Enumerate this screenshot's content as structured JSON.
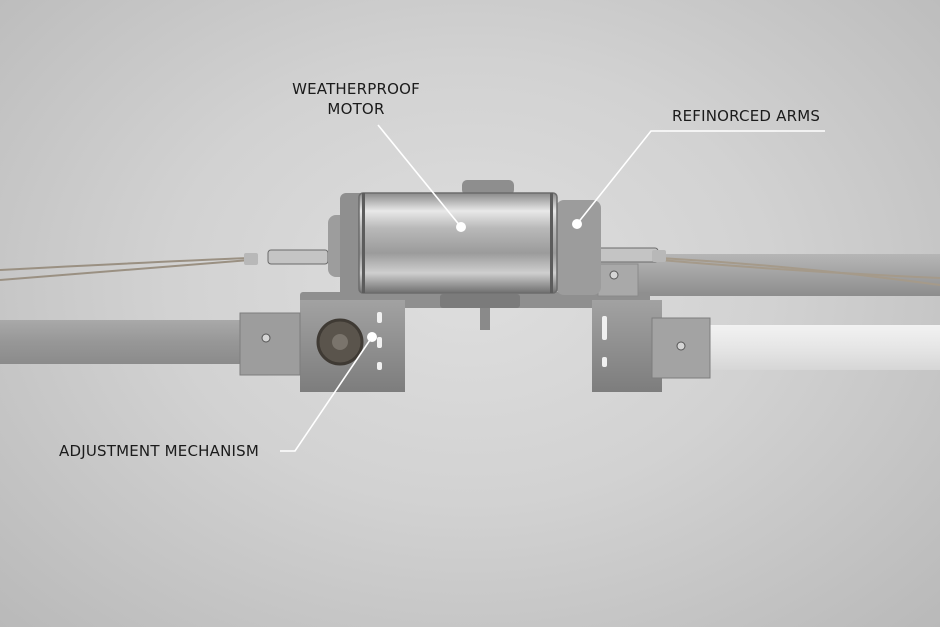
{
  "figure": {
    "type": "annotated product diagram",
    "subject": "motorized cable / arm assembly",
    "background_color": "#d4d4d4",
    "leader_color": "#ffffff",
    "text_color": "#1b1b1b"
  },
  "callouts": [
    {
      "id": "motor",
      "line1": "WEATHERPROOF",
      "line2": "MOTOR",
      "target": [
        461,
        227
      ]
    },
    {
      "id": "arms",
      "line1": "REFINORCED ARMS",
      "target": [
        577,
        224
      ]
    },
    {
      "id": "adjust",
      "line1": "ADJUSTMENT MECHANISM",
      "target": [
        372,
        337
      ]
    }
  ]
}
